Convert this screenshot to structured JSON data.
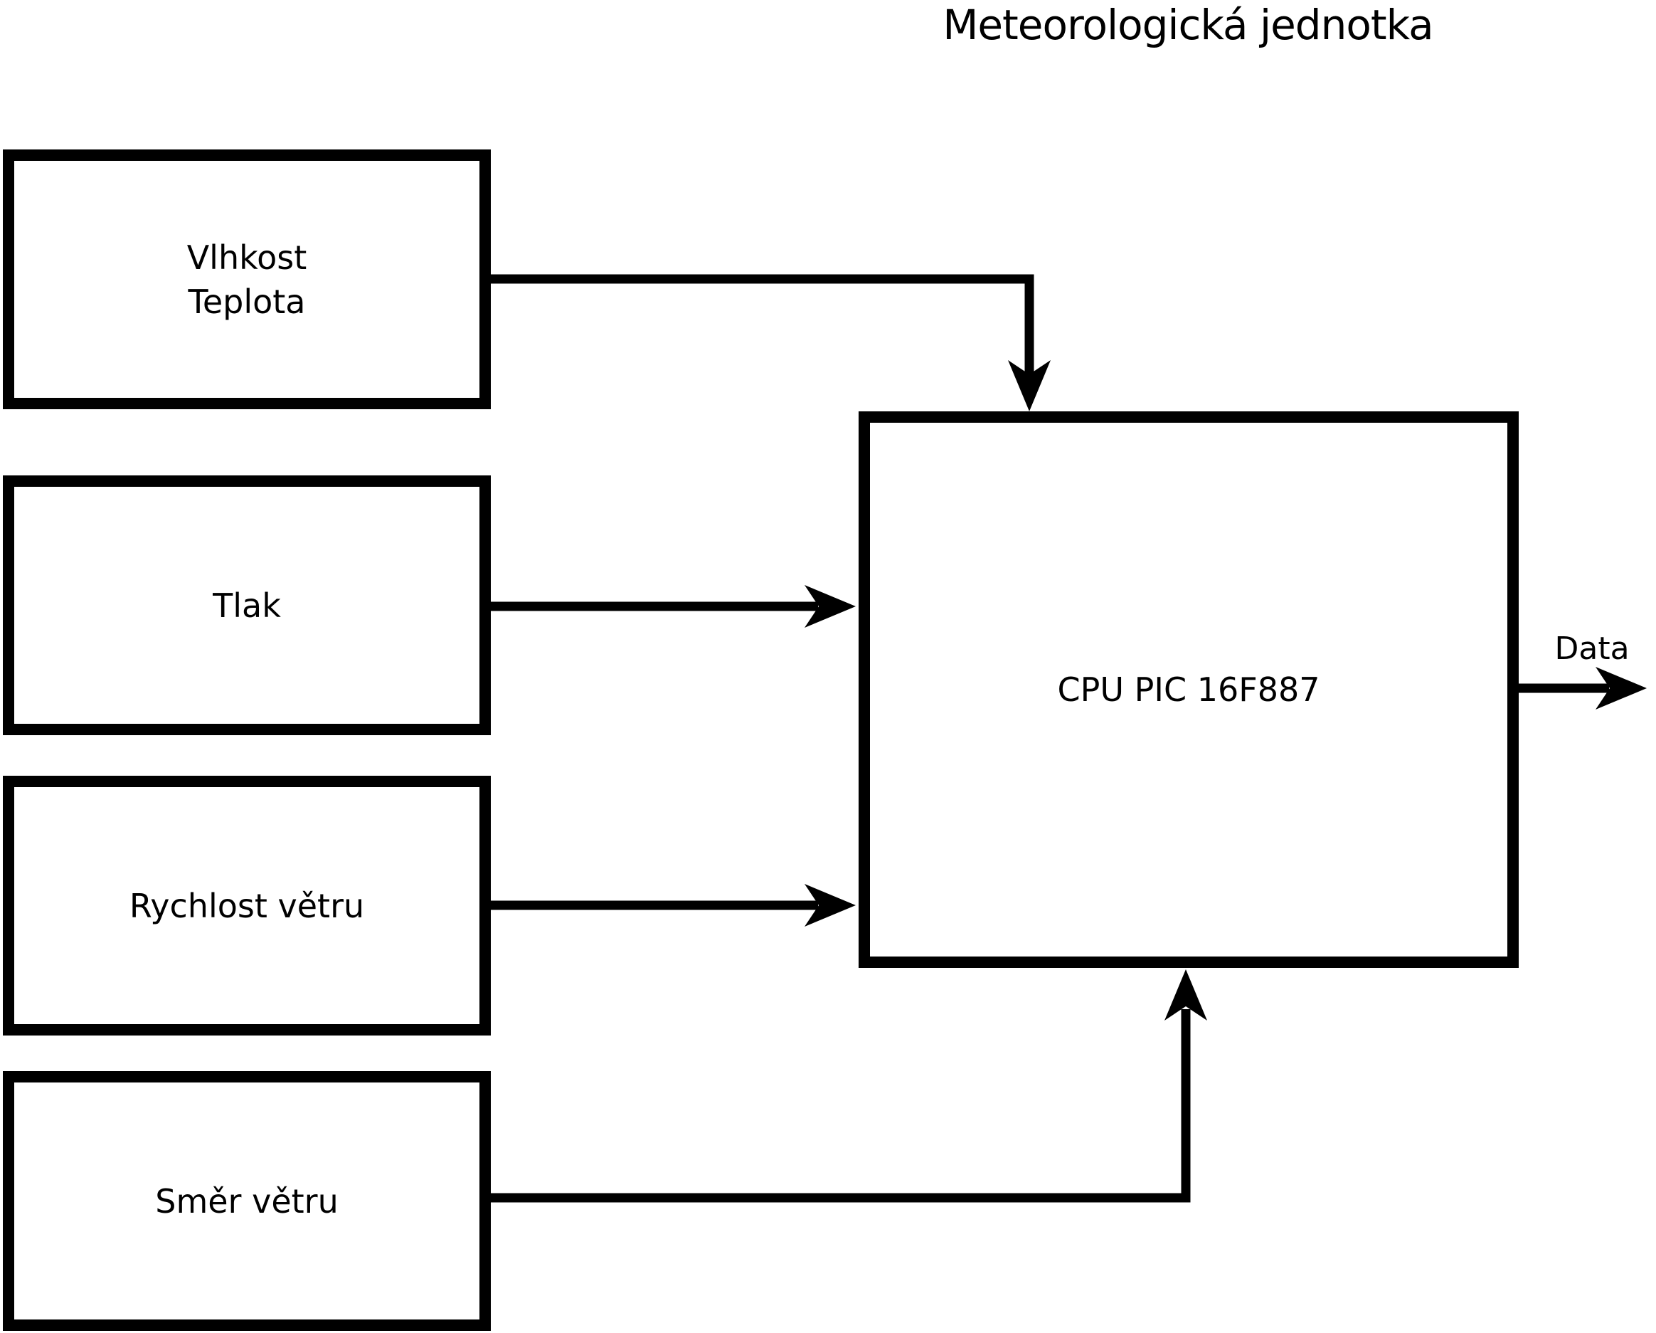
{
  "title": "Meteorologická jednotka",
  "diagram": {
    "sensors": [
      {
        "name": "humidity-temperature",
        "lines": [
          "Vlhkost",
          "Teplota"
        ]
      },
      {
        "name": "pressure",
        "lines": [
          "Tlak"
        ]
      },
      {
        "name": "wind-speed",
        "lines": [
          "Rychlost větru"
        ]
      },
      {
        "name": "wind-direction",
        "lines": [
          "Směr větru"
        ]
      }
    ],
    "cpu": {
      "label": "CPU PIC 16F887"
    },
    "output": {
      "label": "Data"
    }
  },
  "colors": {
    "line": "#000000",
    "box_fill": "#ffffff",
    "background": "#ffffff"
  }
}
